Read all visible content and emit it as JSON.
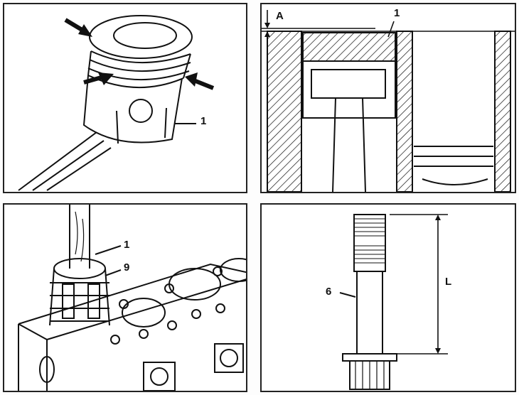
{
  "panels": {
    "piston_rings": {
      "callout": "1"
    },
    "piston_protrusion": {
      "dimension_label": "A",
      "callout": "1"
    },
    "ring_compressor": {
      "callout_piston": "1",
      "callout_tool": "9"
    },
    "stretch_bolt": {
      "callout": "6",
      "dimension_label": "L"
    }
  }
}
